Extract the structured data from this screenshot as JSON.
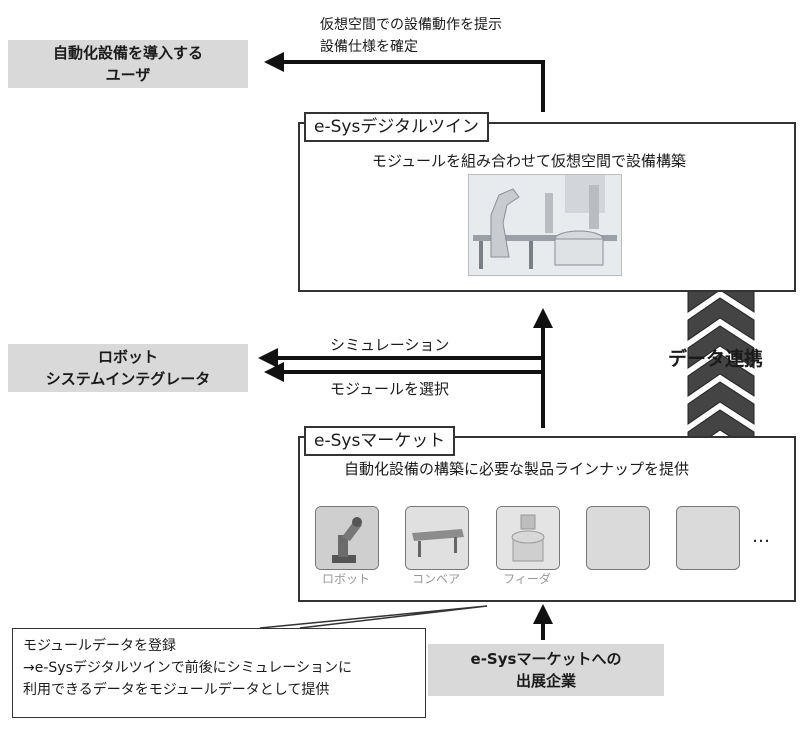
{
  "user_box": "自動化設備を導入する\nユーザ",
  "caption_top": "仮想空間での設備動作を提示\n設備仕様を確定",
  "twin": {
    "label": "e-Sysデジタルツイン",
    "desc": "モジュールを組み合わせて仮想空間で設備構築"
  },
  "integrator_box": "ロボット\nシステムインテグレータ",
  "sim_label": "シミュレーション",
  "select_label": "モジュールを選択",
  "data_link": "データ連携",
  "market": {
    "label": "e-Sysマーケット",
    "desc": "自動化設備の構築に必要な製品ラインナップを提供",
    "items": [
      {
        "label": "ロボット",
        "icon": "robot-arm-icon"
      },
      {
        "label": "コンベア",
        "icon": "conveyor-icon"
      },
      {
        "label": "フィーダ",
        "icon": "feeder-icon"
      },
      {
        "label": "",
        "icon": "empty-slot"
      },
      {
        "label": "",
        "icon": "empty-slot"
      }
    ],
    "ellipsis": "…"
  },
  "note": "モジュールデータを登録\n→e-Sysデジタルツインで前後にシミュレーションに\n利用できるデータをモジュールデータとして提供",
  "vendor_box": "e-Sysマーケットへの\n出展企業"
}
